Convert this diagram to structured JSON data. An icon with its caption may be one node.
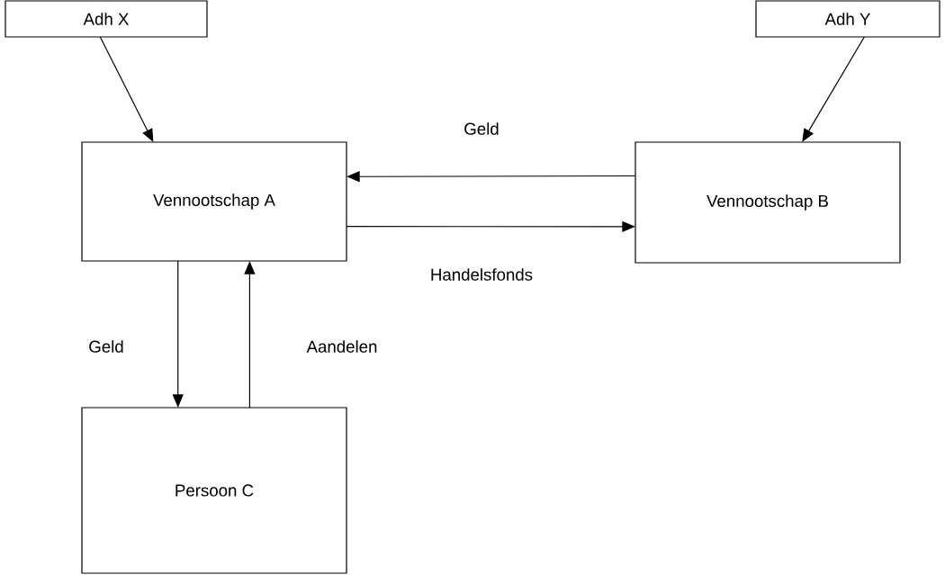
{
  "diagram": {
    "nodes": [
      {
        "text": [
          "Adh X"
        ]
      },
      {
        "text": [
          "Adh Y"
        ]
      },
      {
        "text": [
          "Vennootschap A"
        ]
      },
      {
        "text": [
          "Vennootschap B"
        ]
      },
      {
        "text": [
          "Persoon C"
        ]
      }
    ],
    "edges": [
      {
        "from": 0,
        "to": 2,
        "arrow": "to"
      },
      {
        "from": 1,
        "to": 3,
        "arrow": "to"
      },
      {
        "from": 3,
        "to": 2,
        "arrow": "to",
        "label": "Geld"
      },
      {
        "from": 2,
        "to": 3,
        "arrow": "to",
        "label": "Handelsfonds"
      },
      {
        "from": 2,
        "to": 4,
        "arrow": "to",
        "label": "Geld"
      },
      {
        "from": 4,
        "to": 2,
        "arrow": "to",
        "label": "Aandelen"
      }
    ]
  }
}
